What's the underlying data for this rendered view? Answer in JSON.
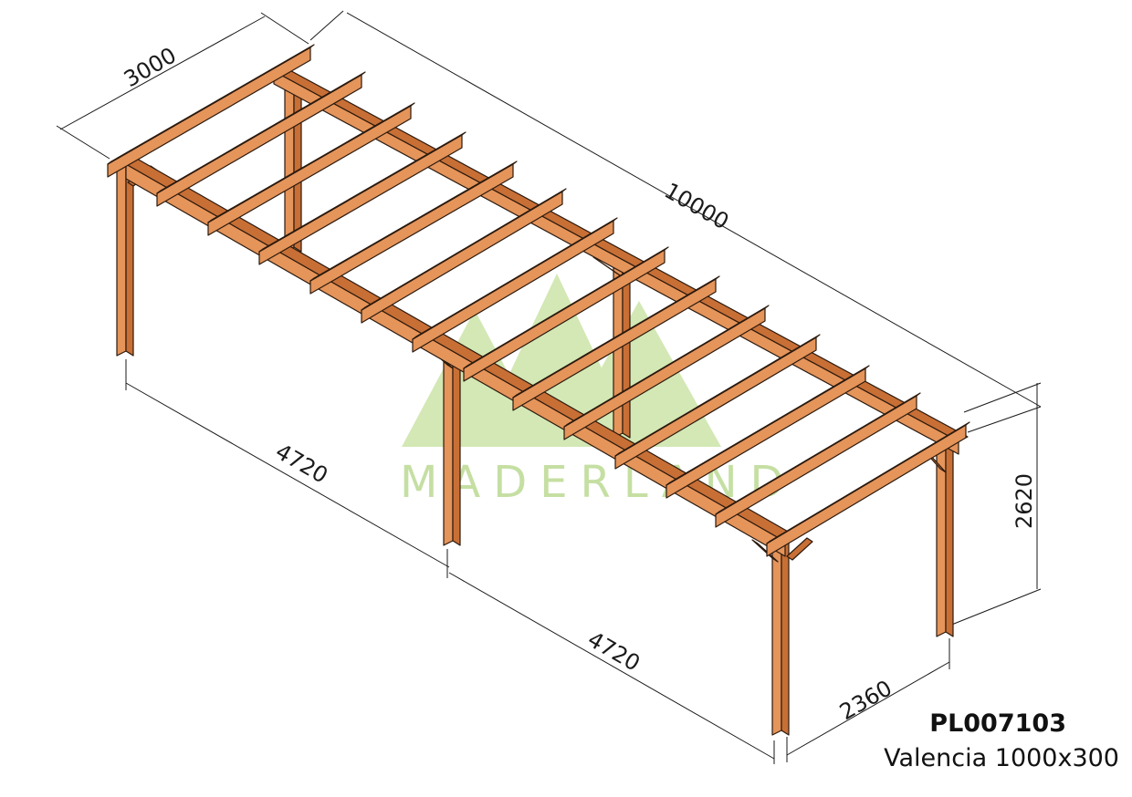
{
  "product": {
    "code": "PL007103",
    "model": "Valencia 1000x300"
  },
  "watermark": {
    "text": "MADERLAND",
    "color": "#bfdc9a"
  },
  "dimensions": {
    "width": "3000",
    "length": "10000",
    "height": "2620",
    "span_left": "4720",
    "span_right": "4720",
    "overhang": "2360"
  },
  "colors": {
    "wood_face": "#e5945a",
    "wood_side": "#c86f36",
    "wood_outline": "#2b1a0e",
    "dimension_line": "#1a1a1a"
  }
}
